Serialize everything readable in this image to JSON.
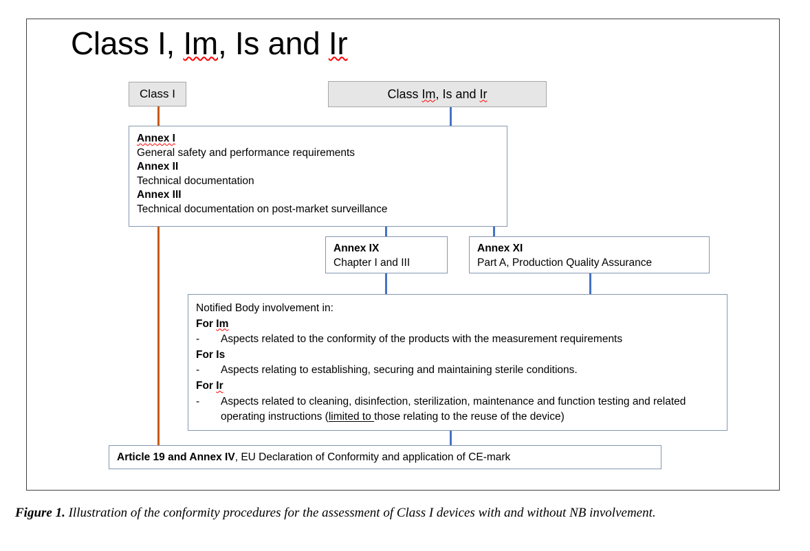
{
  "title": {
    "prefix": "Class I, ",
    "im": "Im",
    "mid": ", Is and ",
    "ir": "Ir"
  },
  "header_boxes": {
    "class_i": "Class I",
    "class_imisir_prefix": "Class ",
    "class_imisir_im": "Im",
    "class_imisir_mid": ", Is and ",
    "class_imisir_ir": "Ir"
  },
  "annex_main": {
    "annex_i_heading": "Annex I",
    "annex_i_text": "General safety and performance requirements",
    "annex_ii_heading": "Annex II",
    "annex_ii_text": "Technical documentation",
    "annex_iii_heading": "Annex III",
    "annex_iii_text": "Technical documentation on post-market surveillance"
  },
  "annex_ix": {
    "heading": "Annex IX",
    "text": "Chapter I and III"
  },
  "annex_xi": {
    "heading": "Annex XI",
    "text": "Part A, Production Quality Assurance"
  },
  "notified_body": {
    "intro": "Notified Body involvement in:",
    "for_im_prefix": "For ",
    "for_im_term": "Im",
    "im_bullet_dash": "-",
    "im_bullet_text": "Aspects related to the conformity of the products with the measurement requirements",
    "for_is_prefix": "For ",
    "for_is_term": "Is",
    "is_bullet_dash": "-",
    "is_bullet_text": "Aspects relating to establishing, securing and maintaining sterile conditions.",
    "for_ir_prefix": "For ",
    "for_ir_term": "Ir",
    "ir_bullet_dash": "-",
    "ir_bullet_text_part1": "Aspects related to cleaning, disinfection, sterilization, maintenance and function testing and related operating instructions (",
    "ir_bullet_underlined": "limited to ",
    "ir_bullet_text_part2": "those relating to the reuse of the device)"
  },
  "article19": {
    "bold_prefix": "Article 19 and Annex IV",
    "rest": ", EU Declaration of Conformity and application of CE-mark"
  },
  "caption": {
    "label": "Figure 1.",
    "text": " Illustration of the conformity procedures for the assessment of Class I devices with and without NB involvement."
  },
  "colors": {
    "connector_blue": "#4472C4",
    "connector_orange": "#C55A11",
    "box_border": "#8496B0",
    "gray_box_fill": "#E7E6E6",
    "gray_box_border": "#A6A6A6",
    "frame_border": "#3F3F3F",
    "spellcheck_red": "#FF0000"
  }
}
